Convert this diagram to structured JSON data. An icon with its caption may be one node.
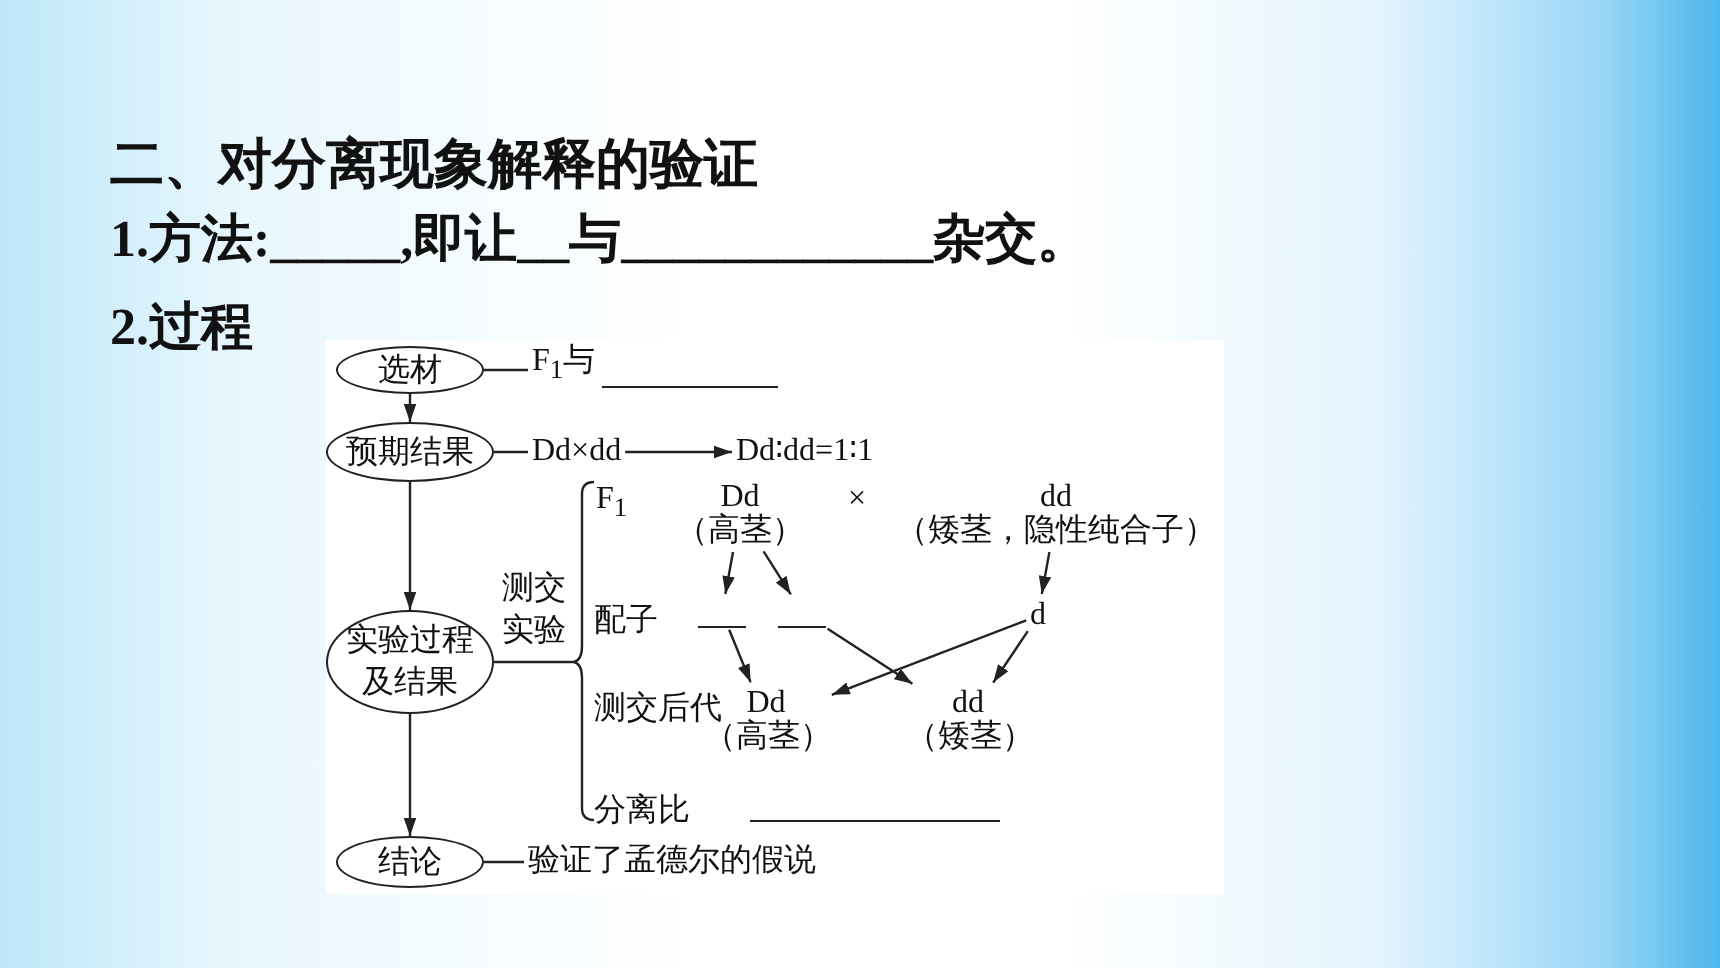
{
  "diagram": {
    "title": "二、对分离现象解释的验证",
    "nodes": [
      {
        "text": [
          "选材"
        ]
      },
      {
        "text": [
          "F$_{1}$与"
        ]
      },
      {
        "text": [
          "预期结果"
        ]
      },
      {
        "text": [
          "Dd×dd"
        ]
      },
      {
        "text": [
          "Dd∶dd=1∶1"
        ]
      },
      {
        "text": [
          "实验过程及结果"
        ]
      },
      {
        "text": [
          "Dd",
          "（高茎）"
        ]
      },
      {
        "text": [
          "dd",
          "（矮茎，隐性纯合子）"
        ]
      },
      {
        "text": [],
        "shape": "line"
      },
      {
        "text": [],
        "shape": "line"
      },
      {
        "text": [
          "d"
        ]
      },
      {
        "text": [
          "Dd",
          "（高茎）"
        ]
      },
      {
        "text": [
          "dd",
          "（矮茎）"
        ]
      },
      {
        "text": [
          "结论"
        ]
      },
      {
        "text": [
          "验证了孟德尔的假说"
        ]
      }
    ],
    "edges": [
      {
        "from": 0,
        "to": 1,
        "arrow": "none"
      },
      {
        "from": 0,
        "to": 2,
        "arrow": "to"
      },
      {
        "from": 2,
        "to": 3,
        "arrow": "none"
      },
      {
        "from": 3,
        "to": 4,
        "arrow": "to"
      },
      {
        "from": 2,
        "to": 5,
        "arrow": "to"
      },
      {
        "from": 5,
        "to": null,
        "arrow": "none",
        "label": "测交实验"
      },
      {
        "from": 6,
        "to": 8,
        "arrow": "to"
      },
      {
        "from": 6,
        "to": 9,
        "arrow": "to"
      },
      {
        "from": 7,
        "to": 10,
        "arrow": "to"
      },
      {
        "from": 8,
        "to": 11,
        "arrow": "to"
      },
      {
        "from": 9,
        "to": 12,
        "arrow": "to"
      },
      {
        "from": 10,
        "to": 11,
        "arrow": "to"
      },
      {
        "from": 10,
        "to": 12,
        "arrow": "to"
      },
      {
        "from": 5,
        "to": 13,
        "arrow": "to"
      },
      {
        "from": 13,
        "to": 14,
        "arrow": "none"
      }
    ],
    "labels": [
      "1.方法:_____,即让__与____________杂交。",
      "2.过程",
      "F$_{1}$",
      "×",
      "配子",
      "测交后代",
      "分离比"
    ]
  }
}
